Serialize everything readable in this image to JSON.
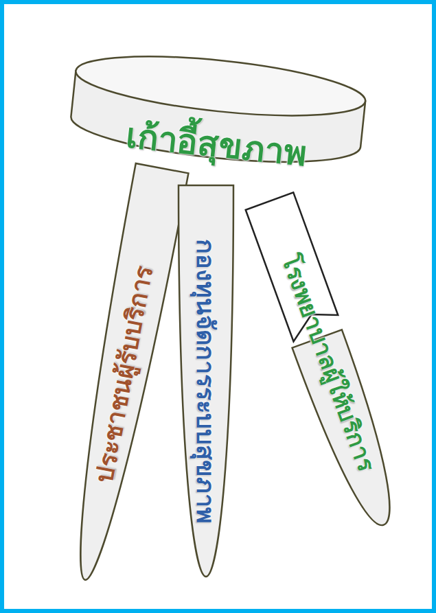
{
  "diagram": {
    "nodes": [
      {
        "text": [
          "เก้าอี้สุขภาพ"
        ]
      },
      {
        "text": [
          "ประชาชนผู้รับบริการ"
        ]
      },
      {
        "text": [
          "กองทุนจัดการระบบสุขภาพ"
        ]
      },
      {
        "text": [
          "โรงพยาบาลผู้ให้บริการ"
        ]
      }
    ]
  }
}
